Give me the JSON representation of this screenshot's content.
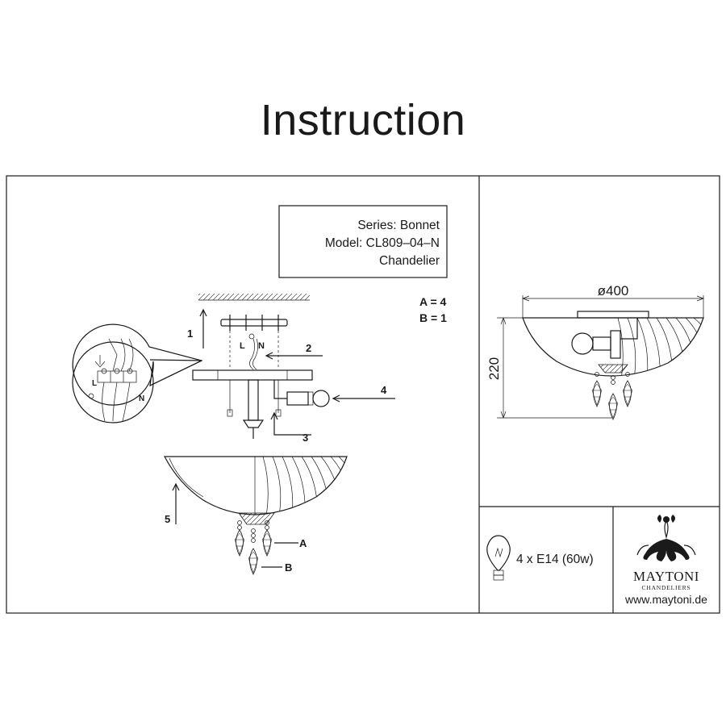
{
  "page": {
    "title": "Instruction"
  },
  "info_box": {
    "series": "Series: Bonnet",
    "model": "Model: CL809–04–N",
    "type": "Chandelier"
  },
  "parts": {
    "a_count": "A = 4",
    "b_count": "B = 1"
  },
  "callouts": {
    "c1": "1",
    "c2": "2",
    "c3": "3",
    "c4": "4",
    "c5": "5",
    "pendant_a": "A",
    "pendant_b": "B",
    "wire_l": "L",
    "wire_n": "N",
    "terminal_l": "L",
    "terminal_n": "N"
  },
  "dimensions": {
    "diameter": "ø400",
    "height": "220"
  },
  "bulb_spec": {
    "text": "4 x E14 (60w)"
  },
  "brand": {
    "name": "MAYTONI",
    "subtitle": "CHANDELIERS",
    "website": "www.maytoni.de"
  },
  "icons": [
    "lightbulb-icon",
    "maytoni-logo-icon"
  ]
}
